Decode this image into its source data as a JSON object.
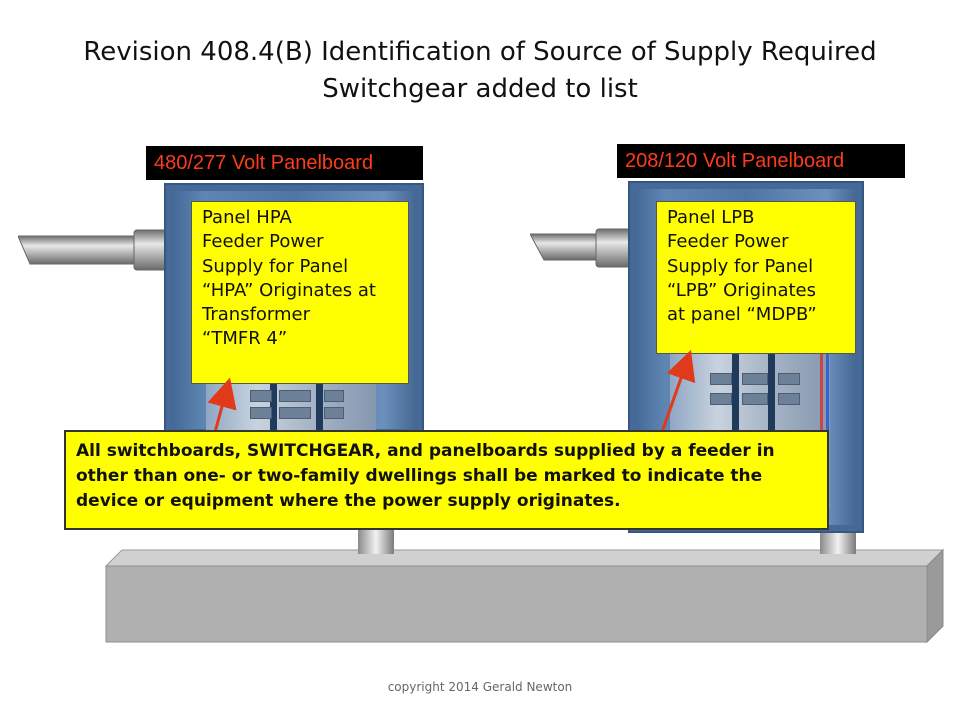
{
  "title": {
    "line1": "Revision  408.4(B)  Identification of Source of Supply Required",
    "line2": "Switchgear added to list"
  },
  "panels": [
    {
      "label": "480/277 Volt Panelboard",
      "note": "Panel HPA\nFeeder Power\nSupply for Panel\n“HPA” Originates at\nTransformer\n“TMFR 4”"
    },
    {
      "label": "208/120 Volt Panelboard",
      "note": "Panel LPB\nFeeder Power\nSupply for Panel\n“LPB” Originates\nat panel “MDPB”"
    }
  ],
  "callout": {
    "text": "All switchboards, SWITCHGEAR,  and panelboards supplied by a feeder in other than one- or two-family dwellings shall be marked to indicate the device or equipment where the power supply originates."
  },
  "copyright": "copyright 2014 Gerald Newton",
  "colors": {
    "label_text": "#ff3b1a",
    "note_fill": "#ffff00",
    "panel_blue": "#4f76a3",
    "arrow_red": "#e03a1a",
    "beam_gray": "#b0b0b0"
  }
}
